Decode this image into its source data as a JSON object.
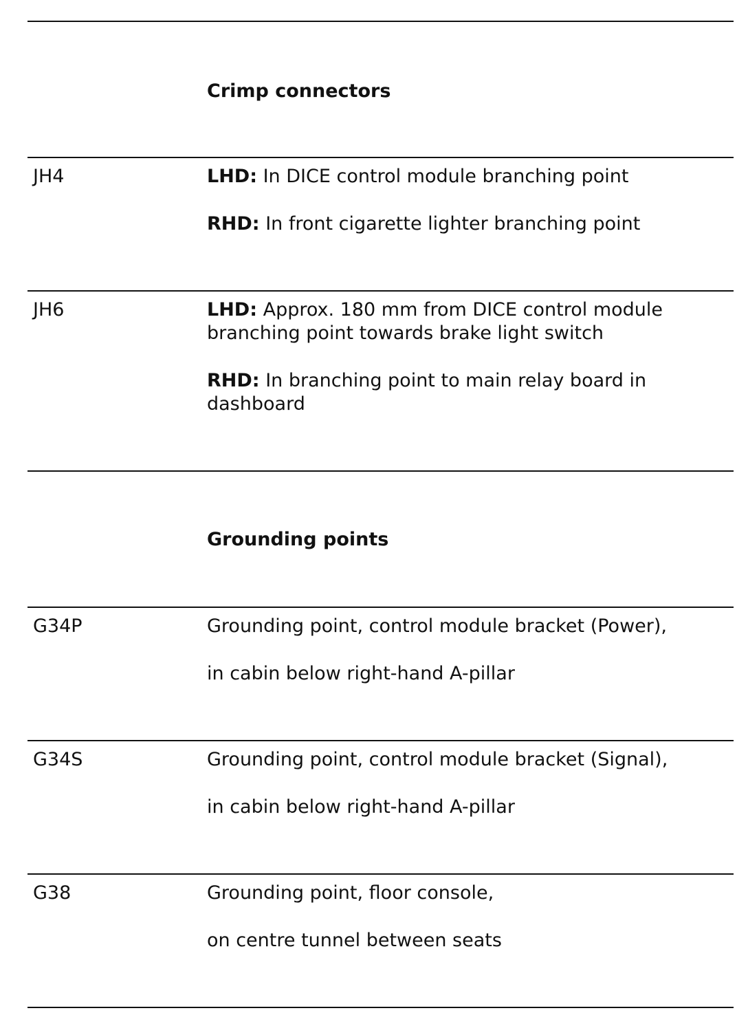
{
  "sections": {
    "crimp": {
      "heading": "Crimp connectors",
      "rows": [
        {
          "code": "JH4",
          "lines": [
            {
              "label": "LHD:",
              "text": " In DICE control module branching point"
            },
            {
              "label": "RHD:",
              "text": " In front cigarette lighter branching point"
            }
          ]
        },
        {
          "code": "JH6",
          "lines": [
            {
              "label": "LHD:",
              "text": " Approx. 180 mm from DICE control module branching point towards brake light switch"
            },
            {
              "label": "RHD:",
              "text": " In branching point to main relay board in dashboard"
            }
          ]
        }
      ]
    },
    "grounding": {
      "heading": "Grounding points",
      "rows": [
        {
          "code": "G34P",
          "lines": [
            "Grounding point, control module bracket (Power),",
            "in cabin below right-hand A-pillar"
          ]
        },
        {
          "code": "G34S",
          "lines": [
            "Grounding point, control module bracket (Signal),",
            "in cabin below right-hand A-pillar"
          ]
        },
        {
          "code": "G38",
          "lines": [
            "Grounding point, floor console,",
            "on centre tunnel between seats"
          ]
        }
      ]
    }
  }
}
